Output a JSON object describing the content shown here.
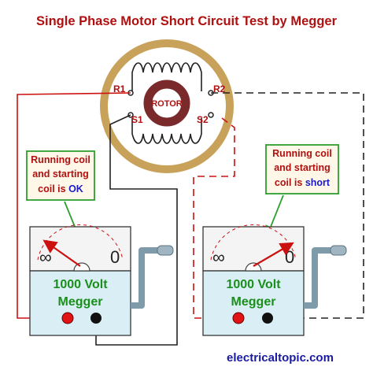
{
  "title": "Single Phase Motor Short Circuit Test by Megger",
  "motor": {
    "rotor_label": "ROTOR",
    "terminals": {
      "r1": "R1",
      "r2": "R2",
      "s1": "S1",
      "s2": "S2"
    }
  },
  "left_note": {
    "line1": "Running coil",
    "line2": "and starting",
    "line3_prefix": "coil is ",
    "line3_status": "OK"
  },
  "right_note": {
    "line1": "Running coil",
    "line2": "and starting",
    "line3_prefix": "coil is ",
    "line3_status": "short"
  },
  "megger_left": {
    "line1": "1000 Volt",
    "line2": "Megger",
    "infinity": "∞",
    "zero": "0"
  },
  "megger_right": {
    "line1": "1000 Volt",
    "line2": "Megger",
    "infinity": "∞",
    "zero": "0"
  },
  "footer": "electricaltopic.com",
  "colors": {
    "title": "#b01010",
    "stator_ring": "#c8a25a",
    "rotor_ring": "#7a2a2a",
    "note_border": "#2e9e2e",
    "note_bg": "#fff8e8",
    "megger_top": "#f4f4f4",
    "megger_bottom": "#d9eef5",
    "crank": "#7f9aa8",
    "status_ok": "#1a1ac8",
    "status_short": "#1a1ac8"
  }
}
